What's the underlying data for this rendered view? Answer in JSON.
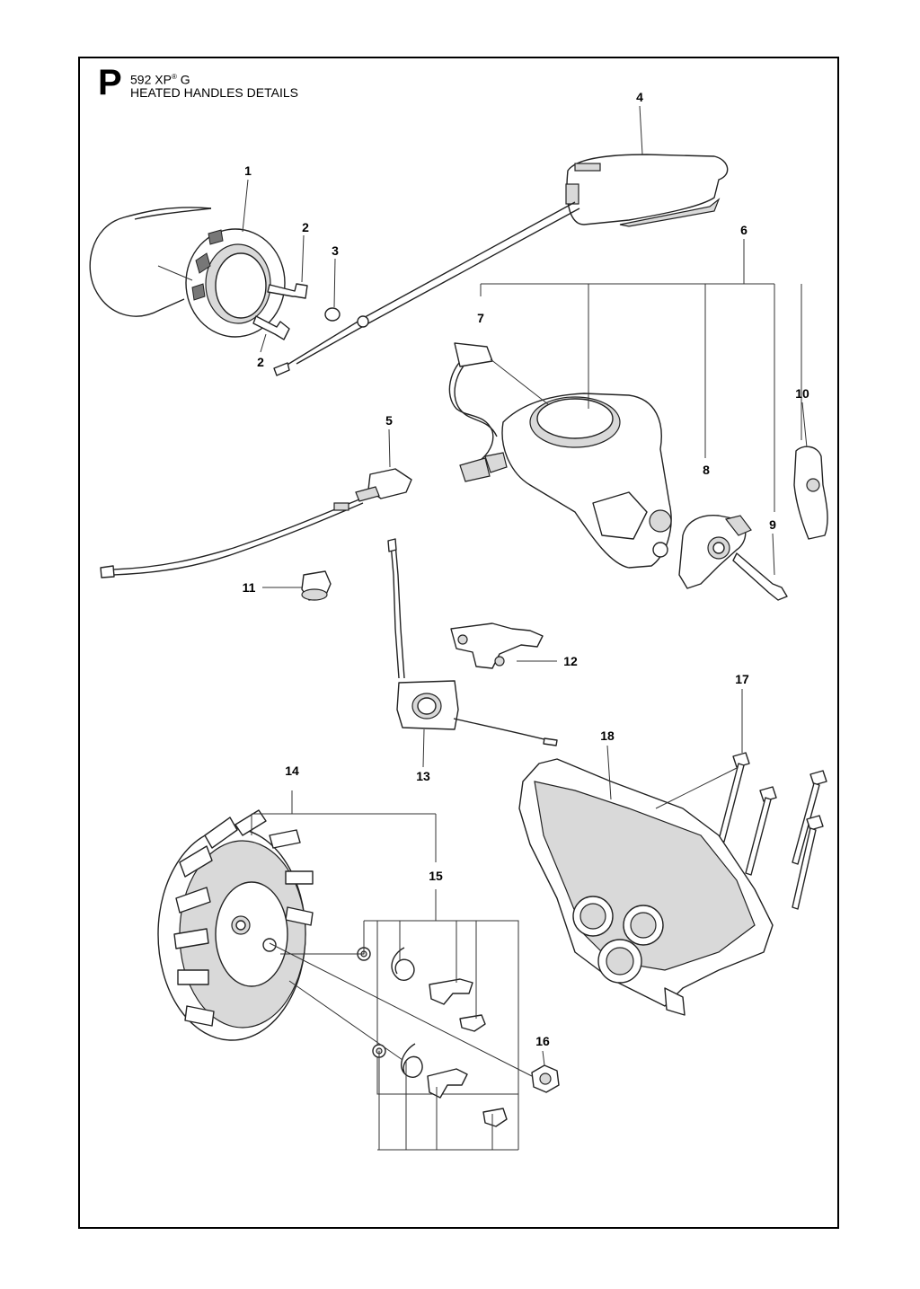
{
  "header": {
    "section_letter": "P",
    "model_base": "592 XP",
    "model_reg": "®",
    "model_suffix": " G",
    "title": "HEATED HANDLES DETAILS"
  },
  "callouts": [
    {
      "id": "c1",
      "label": "1"
    },
    {
      "id": "c2a",
      "label": "2"
    },
    {
      "id": "c2b",
      "label": "2"
    },
    {
      "id": "c3",
      "label": "3"
    },
    {
      "id": "c4",
      "label": "4"
    },
    {
      "id": "c5",
      "label": "5"
    },
    {
      "id": "c6",
      "label": "6"
    },
    {
      "id": "c7",
      "label": "7"
    },
    {
      "id": "c8",
      "label": "8"
    },
    {
      "id": "c9",
      "label": "9"
    },
    {
      "id": "c10",
      "label": "10"
    },
    {
      "id": "c11",
      "label": "11"
    },
    {
      "id": "c12",
      "label": "12"
    },
    {
      "id": "c13",
      "label": "13"
    },
    {
      "id": "c14",
      "label": "14"
    },
    {
      "id": "c15",
      "label": "15"
    },
    {
      "id": "c16",
      "label": "16"
    },
    {
      "id": "c17",
      "label": "17"
    },
    {
      "id": "c18",
      "label": "18"
    }
  ]
}
